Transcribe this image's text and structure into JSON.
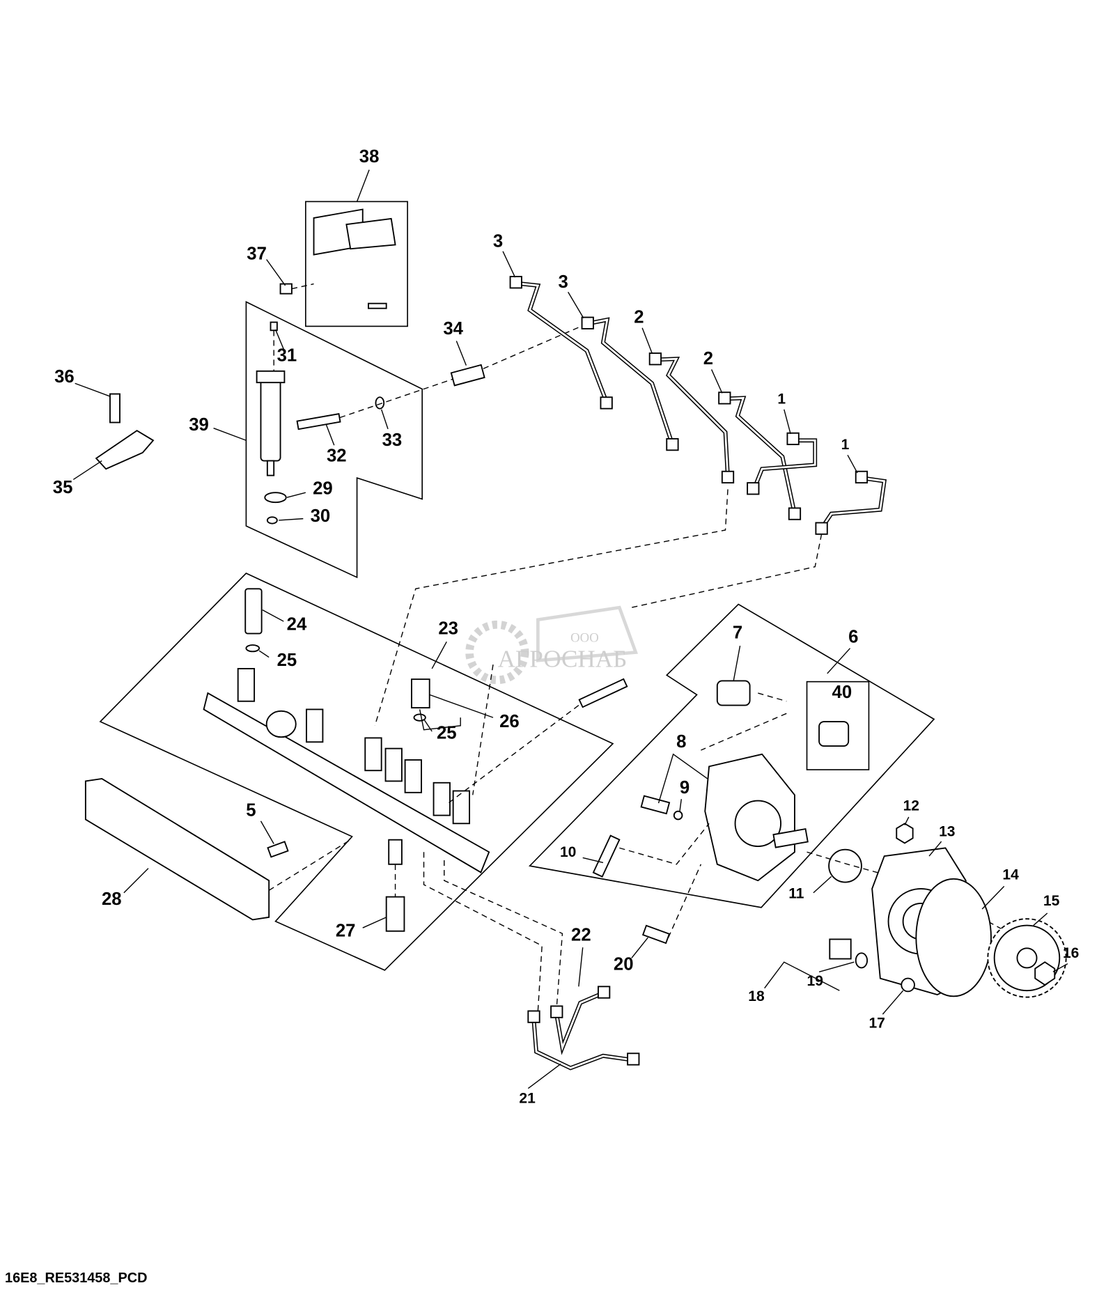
{
  "diagram_code": "16E8_RE531458_PCD",
  "watermark": {
    "top": "ООО",
    "name": "АГРОСНАБ"
  },
  "callouts": {
    "c1a": "1",
    "c1b": "1",
    "c2a": "2",
    "c2b": "2",
    "c3a": "3",
    "c3b": "3",
    "c5": "5",
    "c6": "6",
    "c7": "7",
    "c8": "8",
    "c9": "9",
    "c10": "10",
    "c11": "11",
    "c12": "12",
    "c13": "13",
    "c14": "14",
    "c15": "15",
    "c16": "16",
    "c17": "17",
    "c18": "18",
    "c19": "19",
    "c20": "20",
    "c21": "21",
    "c22": "22",
    "c23": "23",
    "c24": "24",
    "c25a": "25",
    "c25b": "25",
    "c26": "26",
    "c27": "27",
    "c28": "28",
    "c29": "29",
    "c30": "30",
    "c31": "31",
    "c32": "32",
    "c33": "33",
    "c34": "34",
    "c35": "35",
    "c36": "36",
    "c37": "37",
    "c38": "38",
    "c39": "39",
    "c40": "40"
  }
}
